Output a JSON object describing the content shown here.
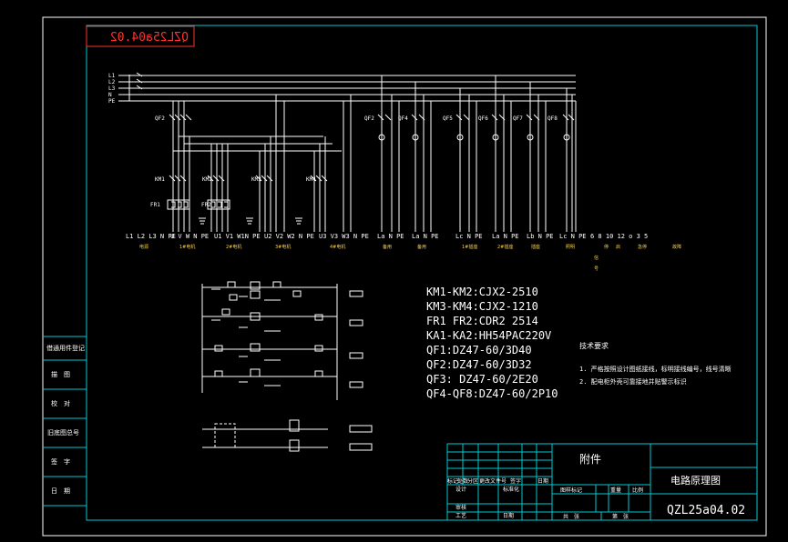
{
  "drawing_number_mirrored": "QZL25a04.02",
  "bus_labels": [
    "L1",
    "L2",
    "L3",
    "N",
    "PE"
  ],
  "breakers": [
    "QF2",
    "QF2",
    "QF4",
    "QF5",
    "QF6",
    "QF7",
    "QF8"
  ],
  "contactors": [
    "KM1",
    "KM2",
    "KM3",
    "KM4"
  ],
  "relays": [
    "FR1",
    "FR2"
  ],
  "terminal_groups": [
    {
      "terms": "L1 L2 L3 N PE",
      "caption": "电源"
    },
    {
      "terms": "U V W  N PE",
      "caption": "1#电机"
    },
    {
      "terms": "U1 V1 W1N PE",
      "caption": "2#电机"
    },
    {
      "terms": "U2 V2 W2 N PE",
      "caption": "3#电机"
    },
    {
      "terms": "U3 V3 W3 N PE",
      "caption": "4#电机"
    },
    {
      "terms": "La N PE",
      "caption": "备用"
    },
    {
      "terms": "La N PE",
      "caption": "备用"
    },
    {
      "terms": "Lc N PE",
      "caption": "1#插座"
    },
    {
      "terms": "La N PE",
      "caption": "2#插座"
    },
    {
      "terms": "Lb N PE",
      "caption": "插座"
    },
    {
      "terms": "Lc N PE",
      "caption": "照明"
    },
    {
      "terms": "6 8  10 12 o  3 5",
      "caption": ""
    }
  ],
  "control_captions": [
    "停",
    "启",
    "信",
    "号",
    "急停",
    "故障"
  ],
  "spec_list": [
    "KM1-KM2:CJX2-2510",
    "KM3-KM4:CJX2-1210",
    "FR1 FR2:CDR2 2514",
    "KA1-KA2:HH54PAC220V",
    "QF1:DZ47-60/3D40",
    "QF2:DZ47-60/3D32",
    "QF3: DZ47-60/2E20",
    "QF4-QF8:DZ47-60/2P10"
  ],
  "tech_title": "技术要求",
  "tech_notes": [
    "1. 严格按照设计图纸接线，标明接线编号，线号清晰",
    "2. 配电柜外壳可靠接地并贴警示标识"
  ],
  "side_panel": [
    "借通用件登记",
    "描　图",
    "校　对",
    "旧底图总号",
    "签　字",
    "日　期"
  ],
  "title_block": {
    "drawing_title": "电路原理图",
    "drawing_code": "QZL25a04.02",
    "attachment": "附件",
    "row_labels": [
      "标记",
      "处数",
      "分区",
      "更改文件号",
      "签字",
      "日期"
    ],
    "design": "设计",
    "standard": "标准化",
    "review": "审核",
    "process": "工艺",
    "date": "日期",
    "stage": "图样标记",
    "weight": "重量",
    "scale": "比例",
    "sheets": "共　张",
    "sheet": "第　张"
  }
}
